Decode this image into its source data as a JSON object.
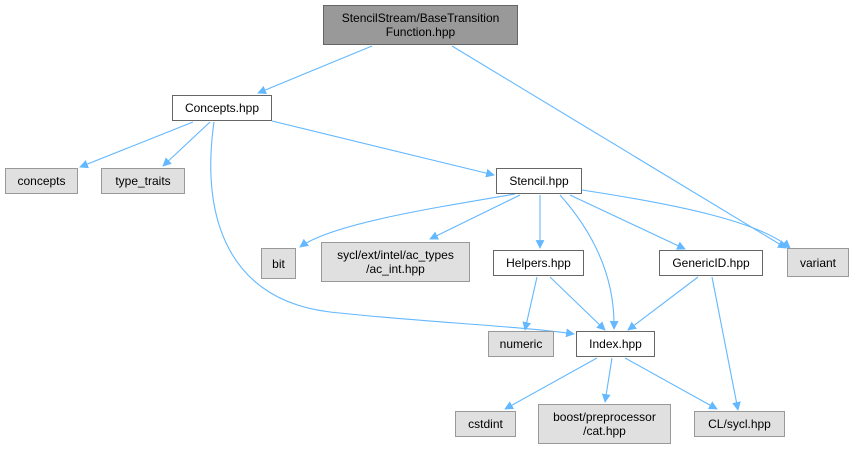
{
  "colors": {
    "edge": "#63b8ff",
    "root_fill": "#999999",
    "file_fill": "#ffffff",
    "system_fill": "#e0e0e0"
  },
  "nodes": {
    "base_transition": {
      "label": "StencilStream/BaseTransition\nFunction.hpp",
      "kind": "root"
    },
    "concepts_hpp": {
      "label": "Concepts.hpp",
      "kind": "file"
    },
    "concepts": {
      "label": "concepts",
      "kind": "system"
    },
    "type_traits": {
      "label": "type_traits",
      "kind": "system"
    },
    "stencil_hpp": {
      "label": "Stencil.hpp",
      "kind": "file"
    },
    "bit": {
      "label": "bit",
      "kind": "system"
    },
    "ac_int": {
      "label": "sycl/ext/intel/ac_types\n/ac_int.hpp",
      "kind": "system"
    },
    "helpers_hpp": {
      "label": "Helpers.hpp",
      "kind": "file"
    },
    "genericid_hpp": {
      "label": "GenericID.hpp",
      "kind": "file"
    },
    "variant": {
      "label": "variant",
      "kind": "system"
    },
    "numeric": {
      "label": "numeric",
      "kind": "system"
    },
    "index_hpp": {
      "label": "Index.hpp",
      "kind": "file"
    },
    "cstdint": {
      "label": "cstdint",
      "kind": "system"
    },
    "boost_cat": {
      "label": "boost/preprocessor\n/cat.hpp",
      "kind": "system"
    },
    "cl_sycl": {
      "label": "CL/sycl.hpp",
      "kind": "system"
    }
  },
  "edges": [
    [
      "base_transition",
      "concepts_hpp"
    ],
    [
      "base_transition",
      "variant"
    ],
    [
      "concepts_hpp",
      "concepts"
    ],
    [
      "concepts_hpp",
      "type_traits"
    ],
    [
      "concepts_hpp",
      "stencil_hpp"
    ],
    [
      "concepts_hpp",
      "index_hpp"
    ],
    [
      "stencil_hpp",
      "bit"
    ],
    [
      "stencil_hpp",
      "ac_int"
    ],
    [
      "stencil_hpp",
      "helpers_hpp"
    ],
    [
      "stencil_hpp",
      "index_hpp"
    ],
    [
      "stencil_hpp",
      "genericid_hpp"
    ],
    [
      "stencil_hpp",
      "variant"
    ],
    [
      "helpers_hpp",
      "numeric"
    ],
    [
      "helpers_hpp",
      "index_hpp"
    ],
    [
      "genericid_hpp",
      "index_hpp"
    ],
    [
      "genericid_hpp",
      "cl_sycl"
    ],
    [
      "index_hpp",
      "cstdint"
    ],
    [
      "index_hpp",
      "boost_cat"
    ],
    [
      "index_hpp",
      "cl_sycl"
    ]
  ]
}
